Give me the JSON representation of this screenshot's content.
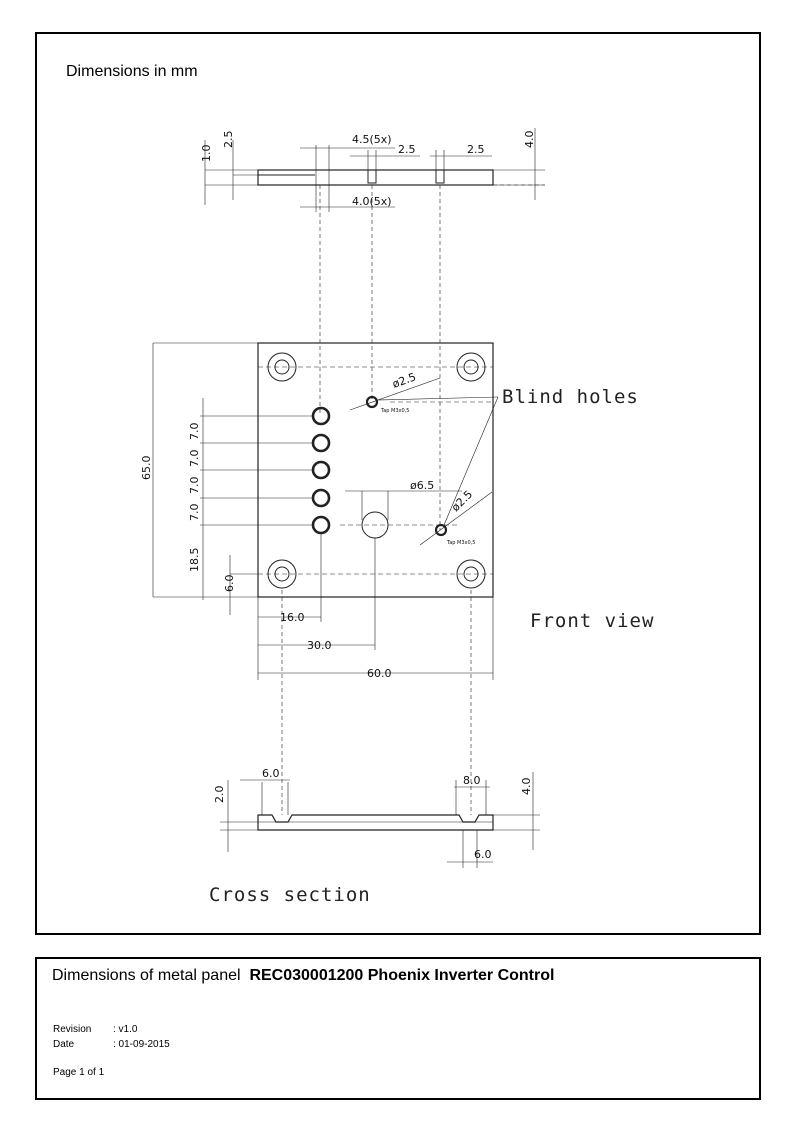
{
  "units_note": "Dimensions in mm",
  "title": {
    "prefix": "Dimensions of metal panel",
    "part": "REC030001200 Phoenix Inverter Control"
  },
  "revision": {
    "label": "Revision",
    "value": ": v1.0"
  },
  "date": {
    "label": "Date",
    "value": ": 01-09-2015"
  },
  "page": "Page 1 of 1",
  "drawing": {
    "top_view_dims": {
      "d1": "1.0",
      "d2": "2.5",
      "d3": "4.5(5x)",
      "d4": "2.5",
      "d5": "2.5",
      "d6": "4.0",
      "d7": "4.0(5x)"
    },
    "front_view_dims": {
      "h65": "65.0",
      "p1": "7.0",
      "p2": "7.0",
      "p3": "7.0",
      "p4": "7.0",
      "h18": "18.5",
      "h6": "6.0",
      "w16": "16.0",
      "w30": "30.0",
      "w60": "60.0",
      "d65": "ø6.5",
      "d25a": "ø2.5",
      "d25b": "ø2.5",
      "tap1": "Tap M3x0,5",
      "tap2": "Tap M3x0,5"
    },
    "blind_holes": "Blind holes",
    "front_view": "Front view",
    "cross_dims": {
      "c6a": "6.0",
      "c8": "8.0",
      "c2": "2.0",
      "c4": "4.0",
      "c6b": "6.0"
    },
    "cross_section": "Cross section"
  }
}
